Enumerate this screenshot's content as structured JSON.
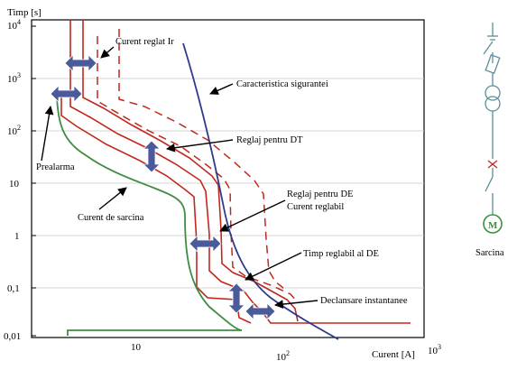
{
  "axes": {
    "y_label": "Timp [s]",
    "x_label": "Curent [A]",
    "y_ticks": [
      {
        "base": "10",
        "exp": "4"
      },
      {
        "base": "10",
        "exp": "3"
      },
      {
        "base": "10",
        "exp": "2"
      },
      {
        "base": "10",
        "exp": ""
      },
      {
        "base": "1",
        "exp": ""
      },
      {
        "base": "0,1",
        "exp": ""
      },
      {
        "base": "0,01",
        "exp": ""
      }
    ],
    "x_ticks": [
      {
        "base": "10",
        "exp": ""
      },
      {
        "base": "10",
        "exp": "2"
      },
      {
        "base": "10",
        "exp": "3"
      }
    ]
  },
  "annotations": {
    "curent_reglat": "Curent reglat Ir",
    "caracteristica": "Caracteristica sigurantei",
    "reglaj_dt": "Reglaj pentru DT",
    "prealarma": "Prealarma",
    "curent_sarcina": "Curent de sarcina",
    "reglaj_de_line1": "Reglaj pentru DE",
    "reglaj_de_line2": "Curent   reglabil",
    "timp_reglabil": "Timp reglabil al DE",
    "declansare": "Declansare instantanee"
  },
  "schematic": {
    "motor_label": "M",
    "sarcina_label": "Sarcina"
  },
  "colors": {
    "trip_curve": "#c0281e",
    "load_curve": "#3e8e41",
    "fuse_curve": "#2e3a8c",
    "arrow_fill": "#4a5a9a",
    "schematic_line": "#5a8f9a"
  }
}
